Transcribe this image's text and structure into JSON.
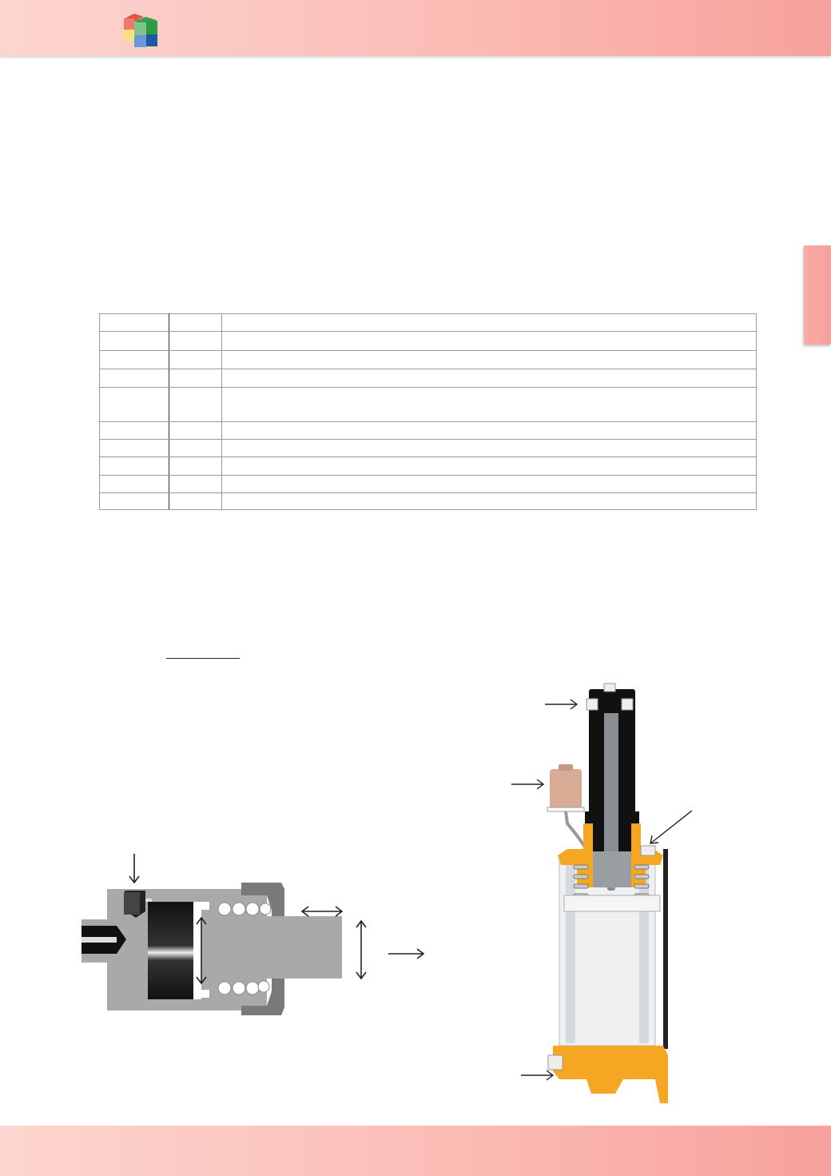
{
  "theme": {
    "band_color_start": "#fdd5d0",
    "band_color_end": "#f8a19c",
    "side_tab_color": "#f6a19c",
    "accent_orange": "#f5a623"
  },
  "logo": {
    "icon": "colored-cube-logo"
  },
  "table": {
    "rows": [
      [
        "",
        "",
        ""
      ],
      [
        "",
        "",
        ""
      ],
      [
        "",
        "",
        ""
      ],
      [
        "",
        "",
        ""
      ],
      [
        "",
        "",
        ""
      ],
      [
        "",
        "",
        ""
      ],
      [
        "",
        "",
        ""
      ],
      [
        "",
        "",
        ""
      ],
      [
        "",
        "",
        ""
      ],
      [
        "",
        "",
        ""
      ]
    ]
  },
  "figures": {
    "left": {
      "icon": "cylinder-cross-section-diagram"
    },
    "right": {
      "icon": "pump-cutaway-diagram"
    }
  }
}
